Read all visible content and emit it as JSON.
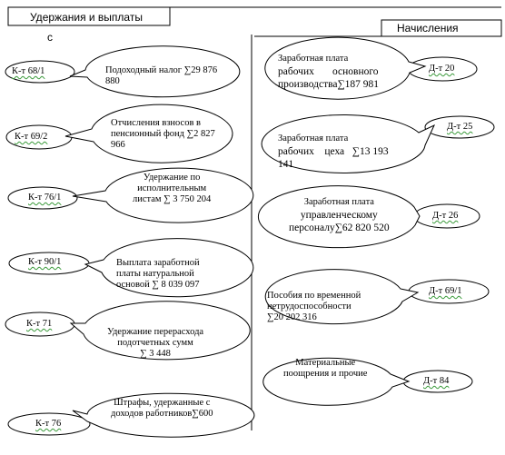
{
  "headers": {
    "left": "Удержания и выплаты",
    "right": "Начисления",
    "note": "с"
  },
  "left_items": [
    {
      "account": "К-т 68/1",
      "lines": [
        "Подоходный налог ∑29 876",
        "880"
      ]
    },
    {
      "account": "К-т 69/2",
      "lines": [
        "Отчисления взносов в",
        "пенсионный фонд ∑2 827",
        "966"
      ]
    },
    {
      "account": "К-т 76/1",
      "lines": [
        "Удержание по",
        "исполнительным",
        "листам ∑ 3 750 204"
      ]
    },
    {
      "account": "К-т 90/1",
      "lines": [
        "Выплата заработной",
        "платы натуральной",
        "основой ∑ 8 039 097"
      ]
    },
    {
      "account": "К-т 71",
      "lines": [
        "Удержание перерасхода",
        "подотчетных сумм",
        "∑ 3 448"
      ]
    },
    {
      "account": "К-т 76",
      "lines": [
        "Штрафы, удержанные с",
        "доходов работников∑600"
      ]
    }
  ],
  "right_items": [
    {
      "account": "Д-т 20",
      "lines": [
        "Заработная плата",
        "рабочих       основного",
        "производства∑187 981"
      ]
    },
    {
      "account": "Д-т 25",
      "lines": [
        "Заработная плата",
        "рабочих    цеха   ∑13 193",
        "141"
      ]
    },
    {
      "account": "Д-т 26",
      "lines": [
        "Заработная плата",
        "управленческому",
        "персоналу∑62 820 520"
      ]
    },
    {
      "account": "Д-т 69/1",
      "lines": [
        "Пособия по временной",
        "нетрудоспособности",
        "∑20 202 316"
      ]
    },
    {
      "account": "Д-т 84",
      "lines": [
        "Материальные",
        "поощрения и прочие"
      ]
    }
  ]
}
